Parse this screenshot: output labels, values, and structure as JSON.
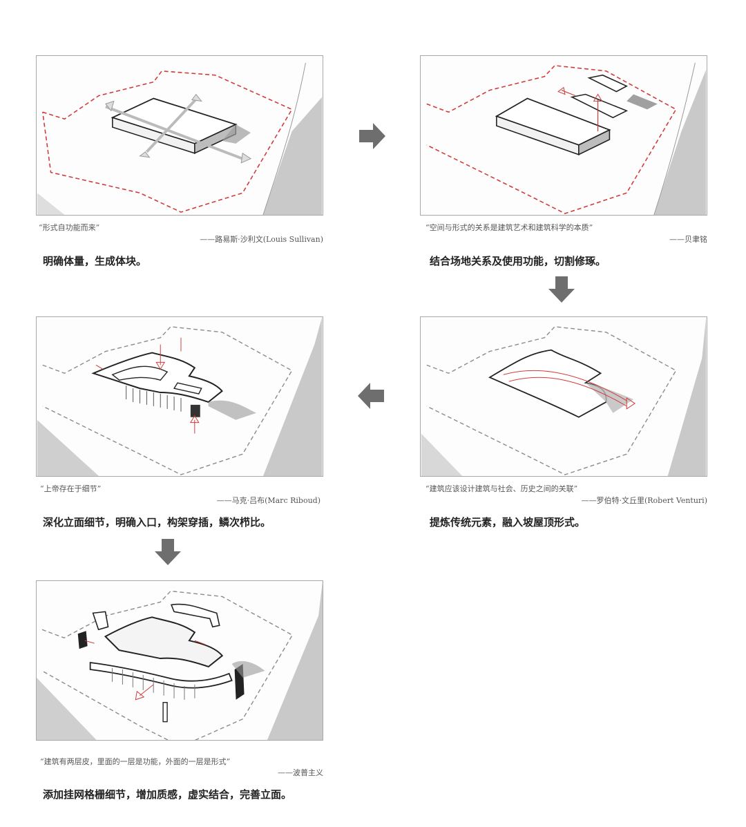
{
  "steps": [
    {
      "quote": "“形式自功能而来”",
      "author": "——路易斯·沙利文(Louis Sullivan)",
      "caption": "明确体量，生成体块。"
    },
    {
      "quote": "“空间与形式的关系是建筑艺术和建筑科学的本质”",
      "author": "——贝聿铭",
      "caption": "结合场地关系及使用功能，切割修琢。"
    },
    {
      "quote": "“建筑应该设计建筑与社会、历史之间的关联”",
      "author": "——罗伯特·文丘里(Robert Venturi)",
      "caption": "提炼传统元素，融入坡屋顶形式。"
    },
    {
      "quote": "“上帝存在于细节”",
      "author": "——马克·吕布(Marc Riboud)",
      "caption": "深化立面细节，明确入口，构架穿插，鳞次栉比。"
    },
    {
      "quote": "“建筑有两层皮，里面的一层是功能，外面的一层是形式”",
      "author": "——波普主义",
      "caption": "添加挂网格栅细节，增加质感，虚实结合，完善立面。"
    }
  ],
  "arrows": [
    {
      "direction": "right",
      "icon": "arrow-right-icon"
    },
    {
      "direction": "down",
      "icon": "arrow-down-icon"
    },
    {
      "direction": "left",
      "icon": "arrow-left-icon"
    },
    {
      "direction": "down",
      "icon": "arrow-down-icon"
    }
  ],
  "colors": {
    "site_boundary_red": "#d23a3a",
    "site_boundary_gray": "#8a8a8a",
    "road_gray": "#c8c8c8",
    "arrow_gray": "#6e6e6e"
  }
}
